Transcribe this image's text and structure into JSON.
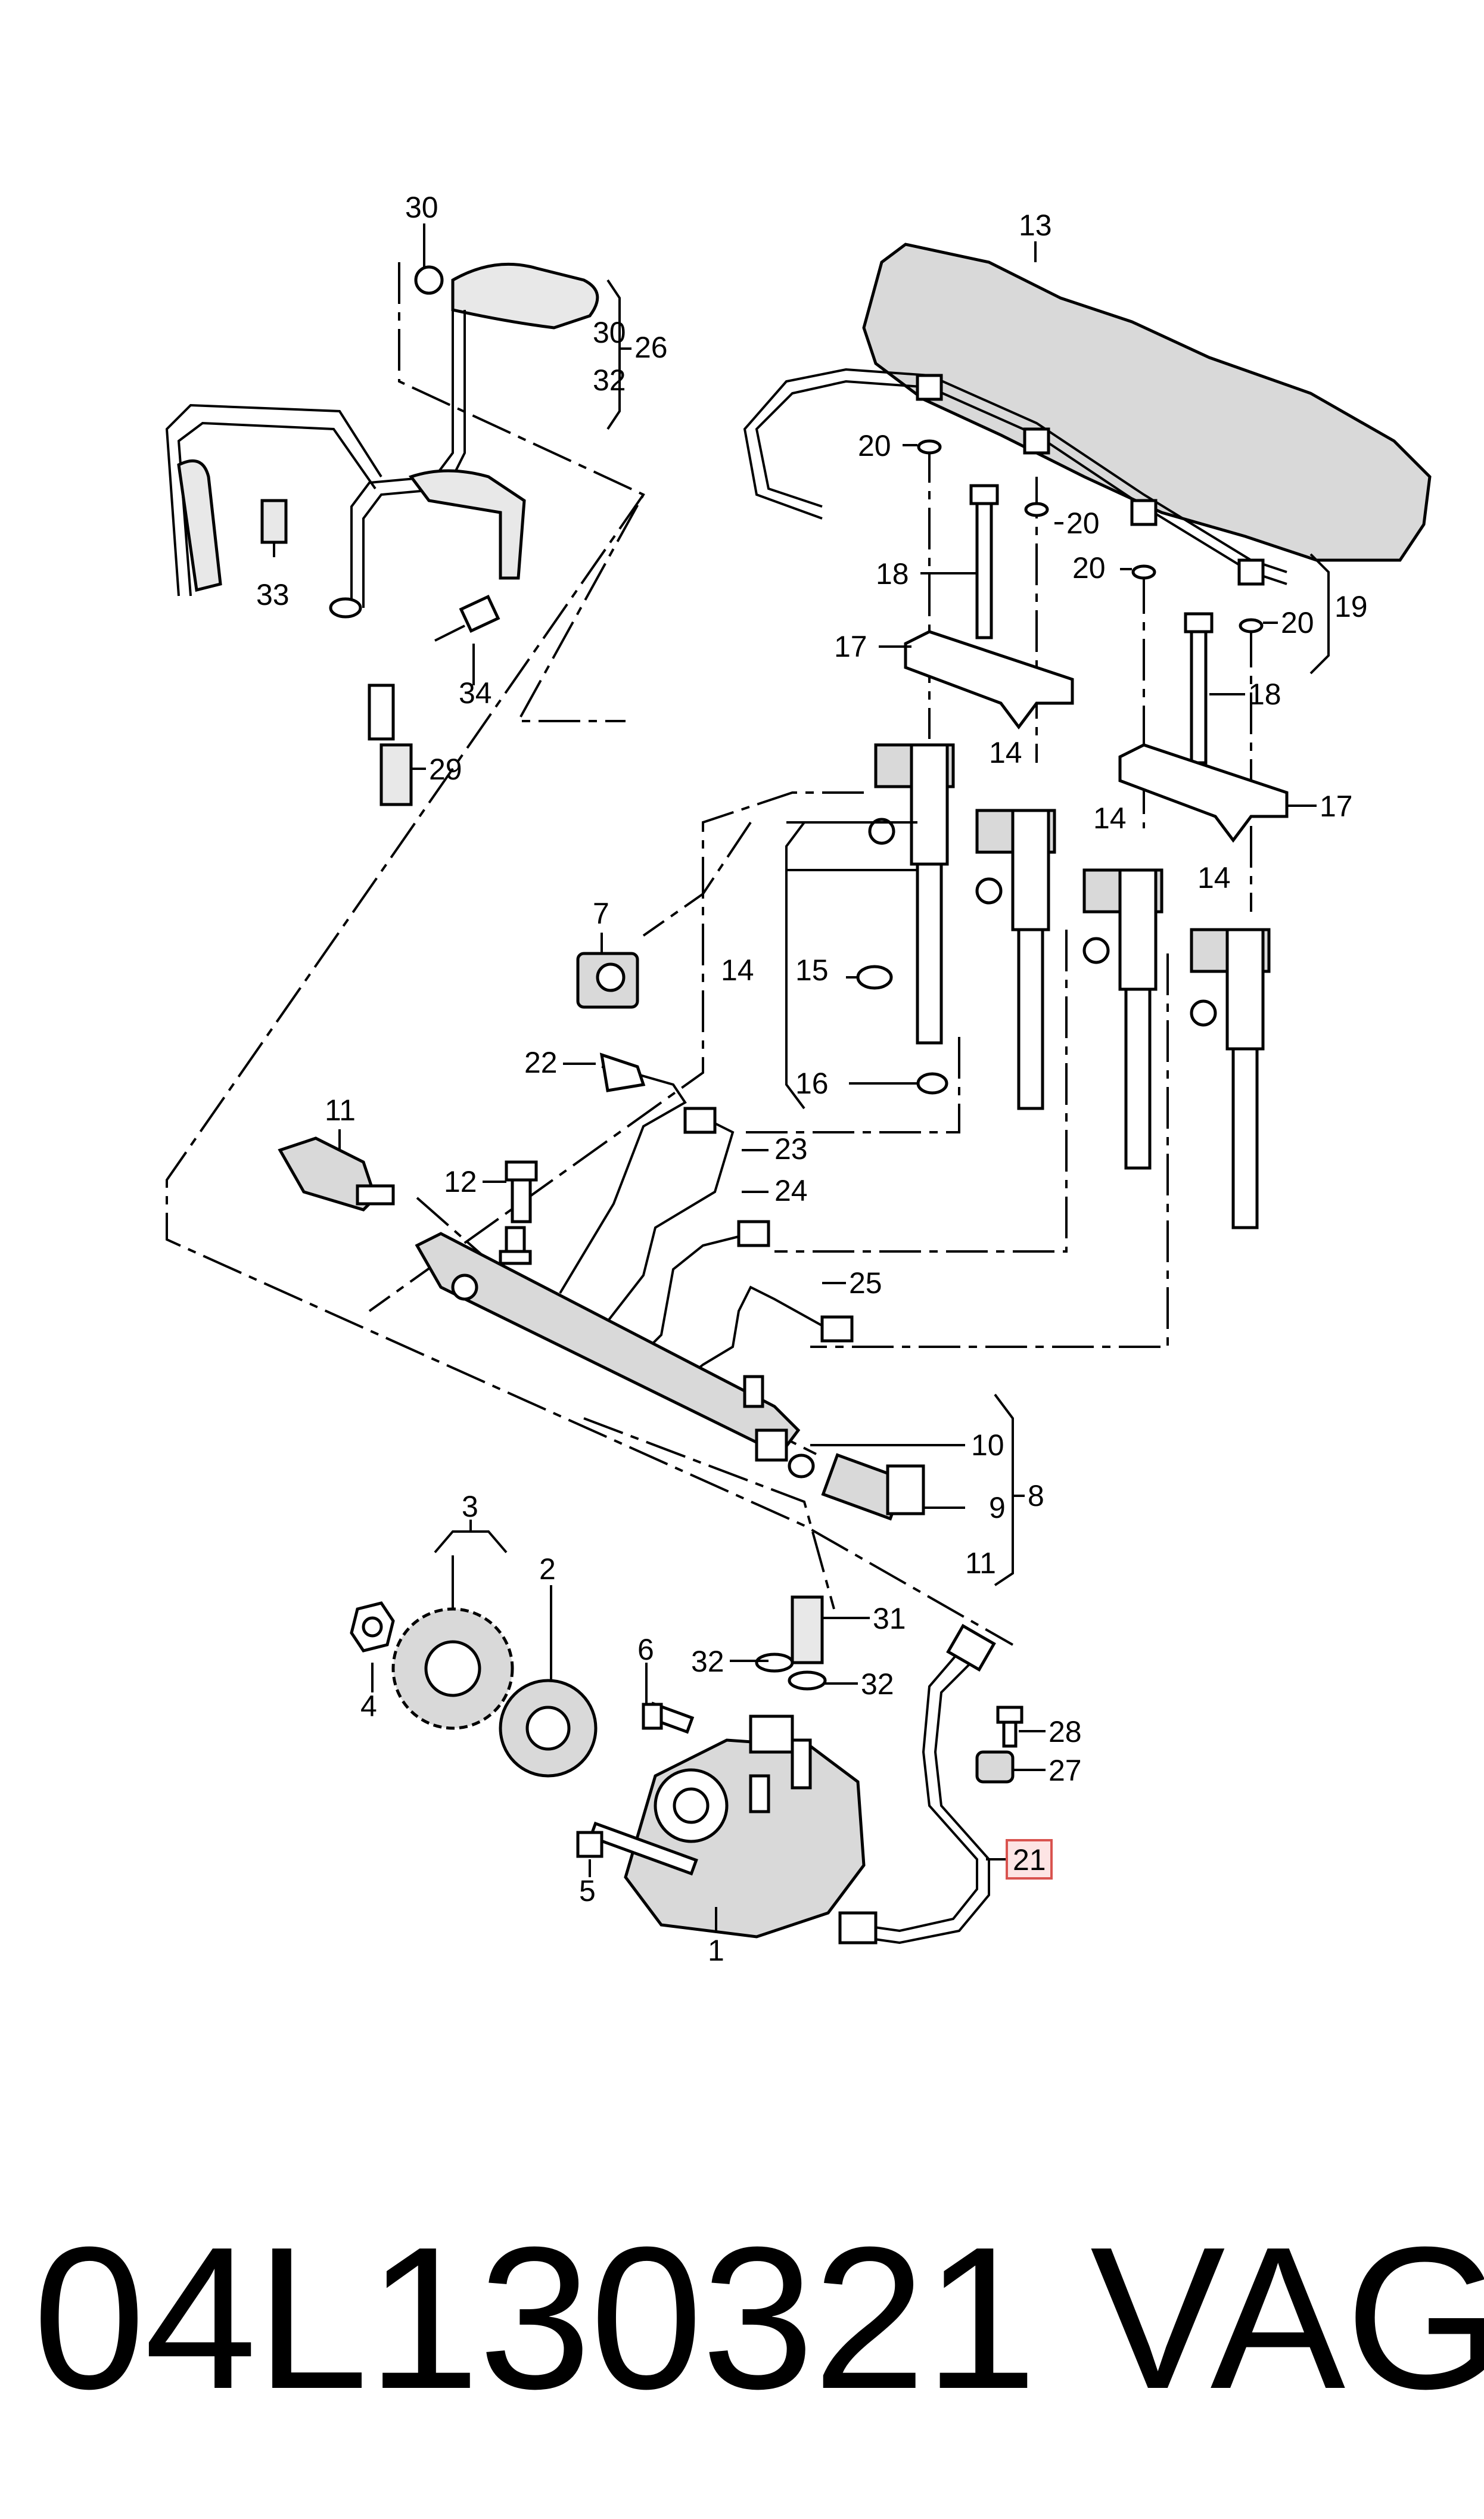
{
  "callouts": [
    {
      "id": "c30a",
      "label": "30"
    },
    {
      "id": "c13",
      "label": "13"
    },
    {
      "id": "c30b",
      "label": "30"
    },
    {
      "id": "c26",
      "label": "26"
    },
    {
      "id": "c32a",
      "label": "32"
    },
    {
      "id": "c20a",
      "label": "20"
    },
    {
      "id": "c20b",
      "label": "20"
    },
    {
      "id": "c20c",
      "label": "20"
    },
    {
      "id": "c20d",
      "label": "20"
    },
    {
      "id": "c19",
      "label": "19"
    },
    {
      "id": "c18a",
      "label": "18"
    },
    {
      "id": "c18b",
      "label": "18"
    },
    {
      "id": "c17a",
      "label": "17"
    },
    {
      "id": "c17b",
      "label": "17"
    },
    {
      "id": "c33",
      "label": "33"
    },
    {
      "id": "c34",
      "label": "34"
    },
    {
      "id": "c29",
      "label": "29"
    },
    {
      "id": "c14a",
      "label": "14"
    },
    {
      "id": "c14b",
      "label": "14"
    },
    {
      "id": "c14c",
      "label": "14"
    },
    {
      "id": "c14d",
      "label": "14"
    },
    {
      "id": "c15",
      "label": "15"
    },
    {
      "id": "c16",
      "label": "16"
    },
    {
      "id": "c7",
      "label": "7"
    },
    {
      "id": "c22",
      "label": "22"
    },
    {
      "id": "c11a",
      "label": "11"
    },
    {
      "id": "c12",
      "label": "12"
    },
    {
      "id": "c23",
      "label": "23"
    },
    {
      "id": "c24",
      "label": "24"
    },
    {
      "id": "c25",
      "label": "25"
    },
    {
      "id": "c10",
      "label": "10"
    },
    {
      "id": "c9",
      "label": "9"
    },
    {
      "id": "c8",
      "label": "8"
    },
    {
      "id": "c11b",
      "label": "11"
    },
    {
      "id": "c3",
      "label": "3"
    },
    {
      "id": "c2",
      "label": "2"
    },
    {
      "id": "c4",
      "label": "4"
    },
    {
      "id": "c6",
      "label": "6"
    },
    {
      "id": "c31",
      "label": "31"
    },
    {
      "id": "c32b",
      "label": "32"
    },
    {
      "id": "c32c",
      "label": "32"
    },
    {
      "id": "c28",
      "label": "28"
    },
    {
      "id": "c27",
      "label": "27"
    },
    {
      "id": "c21",
      "label": "21"
    },
    {
      "id": "c5",
      "label": "5"
    },
    {
      "id": "c1",
      "label": "1"
    }
  ],
  "highlighted_callout": "21",
  "footer": {
    "part_number": "04L130321",
    "brand": "VAG"
  }
}
